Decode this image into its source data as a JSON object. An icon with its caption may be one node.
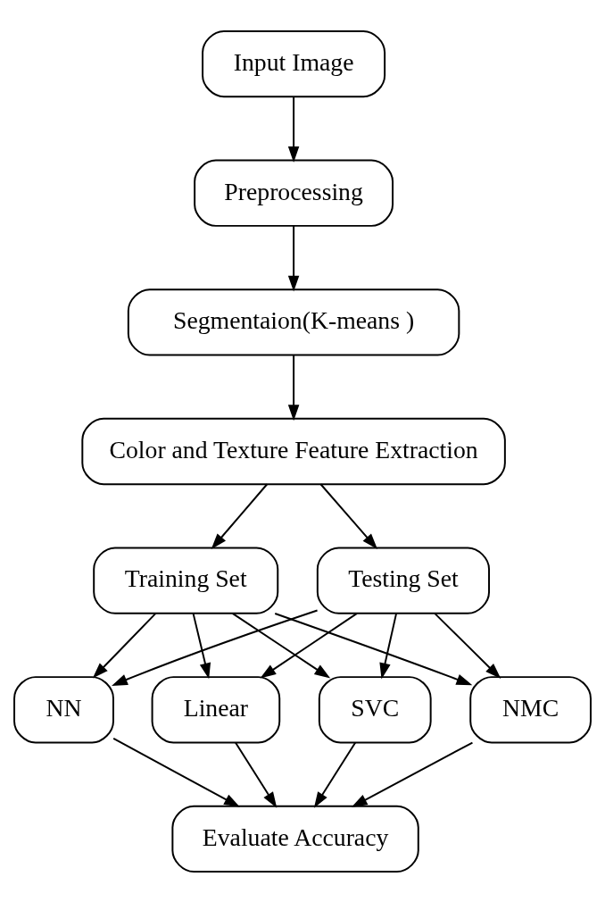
{
  "diagram": {
    "nodes": [
      {
        "text": [
          "Input Image"
        ]
      },
      {
        "text": [
          "Preprocessing"
        ]
      },
      {
        "text": [
          "Segmentaion(K-means )"
        ]
      },
      {
        "text": [
          "Color and Texture Feature Extraction"
        ]
      },
      {
        "text": [
          "Training Set"
        ]
      },
      {
        "text": [
          "Testing Set"
        ]
      },
      {
        "text": [
          "SVC"
        ]
      },
      {
        "text": [
          "NMC"
        ]
      },
      {
        "text": [
          "NN"
        ]
      },
      {
        "text": [
          "Linear"
        ]
      },
      {
        "text": [
          "Evaluate Accuracy"
        ]
      }
    ],
    "edges": [
      {
        "from": 0,
        "to": 1,
        "arrow": "to"
      },
      {
        "from": 1,
        "to": 2,
        "arrow": "to"
      },
      {
        "from": 2,
        "to": 3,
        "arrow": "to"
      },
      {
        "from": 3,
        "to": 4,
        "arrow": "to"
      },
      {
        "from": 3,
        "to": 5,
        "arrow": "to"
      },
      {
        "from": 4,
        "to": 6,
        "arrow": "to"
      },
      {
        "from": 4,
        "to": 7,
        "arrow": "to"
      },
      {
        "from": 4,
        "to": 8,
        "arrow": "to"
      },
      {
        "from": 4,
        "to": 9,
        "arrow": "to"
      },
      {
        "from": 5,
        "to": 6,
        "arrow": "to"
      },
      {
        "from": 5,
        "to": 7,
        "arrow": "to"
      },
      {
        "from": 5,
        "to": 8,
        "arrow": "to"
      },
      {
        "from": 5,
        "to": 9,
        "arrow": "to"
      },
      {
        "from": 6,
        "to": 10,
        "arrow": "to"
      },
      {
        "from": 7,
        "to": 10,
        "arrow": "to"
      },
      {
        "from": 8,
        "to": 10,
        "arrow": "to"
      },
      {
        "from": 9,
        "to": 10,
        "arrow": "to"
      }
    ]
  }
}
